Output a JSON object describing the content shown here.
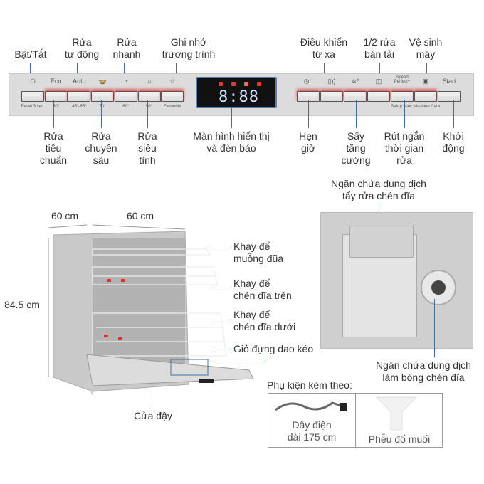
{
  "panel_labels_top": {
    "power": "Bật/Tắt",
    "auto": "Rửa\ntự động",
    "quick": "Rửa\nnhanh",
    "favourite": "Ghi nhớ\ntrương trình",
    "remote": "Điều khiển\ntừ xa",
    "half_load": "1/2 rửa\nbán tải",
    "machine_care": "Vệ sinh\nmáy"
  },
  "panel_labels_bottom": {
    "eco": "Rửa\ntiêu\nchuẩn",
    "intensive": "Rửa\nchuyên\nsâu",
    "silence": "Rửa\nsiêu\ntĩnh",
    "display": "Màn hình hiển thị\nvà đèn báo",
    "timer": "Hẹn\ngiờ",
    "extra_dry": "Sấy\ntăng\ncường",
    "speed": "Rút ngắn\nthời gian\nrửa",
    "start": "Khởi\nđộng"
  },
  "panel": {
    "left_buttons": [
      {
        "icon": "power-icon",
        "top": "⏻",
        "bottom": "Reset 3 sec."
      },
      {
        "icon": "eco-text",
        "top": "Eco",
        "bottom": "50°"
      },
      {
        "icon": "auto-text",
        "top": "Auto",
        "bottom": "45°-65°"
      },
      {
        "icon": "pot-icon",
        "top": "🍲",
        "bottom": "70°"
      },
      {
        "icon": "quick-icon",
        "top": "◔",
        "bottom": "60°"
      },
      {
        "icon": "silence-icon",
        "top": "♫",
        "bottom": "50°"
      },
      {
        "icon": "star-icon",
        "top": "☆",
        "bottom": "Favourite"
      }
    ],
    "display_digits": "8:88",
    "right_buttons": [
      {
        "icon": "clock-icon",
        "top": "◷h",
        "bottom": ""
      },
      {
        "icon": "remote-icon",
        "top": "▯))",
        "bottom": ""
      },
      {
        "icon": "dry-icon",
        "top": "≋*",
        "bottom": ""
      },
      {
        "icon": "half-load-icon",
        "top": "◫",
        "bottom": ""
      },
      {
        "icon": "speed-perfect-text",
        "top": "Speed\nPerfect+",
        "bottom": "Setup 3sec."
      },
      {
        "icon": "machine-care-icon",
        "top": "▣",
        "bottom": "Machine Care"
      },
      {
        "icon": "start-text",
        "top": "Start",
        "bottom": ""
      }
    ],
    "accent_color": "#e33b3b"
  },
  "dimensions": {
    "depth": "60 cm",
    "width": "60 cm",
    "height": "84.5 cm"
  },
  "dishwasher_labels": {
    "cutlery_tray": "Khay để\nmuỗng đũa",
    "upper_rack": "Khay để\nchén đĩa trên",
    "lower_rack": "Khay để\nchén đĩa dưới",
    "cutlery_basket": "Giỏ đựng dao kéo",
    "door": "Cửa đậy"
  },
  "dispenser_labels": {
    "detergent": "Ngăn chứa dung dịch\ntẩy rửa chén đĩa",
    "rinse_aid": "Ngăn chứa dung dịch\nlàm bóng chén đĩa"
  },
  "accessories": {
    "title": "Phụ kiện kèm theo:",
    "items": [
      "Dây điện\ndài 175 cm",
      "Phễu đổ muối"
    ]
  }
}
